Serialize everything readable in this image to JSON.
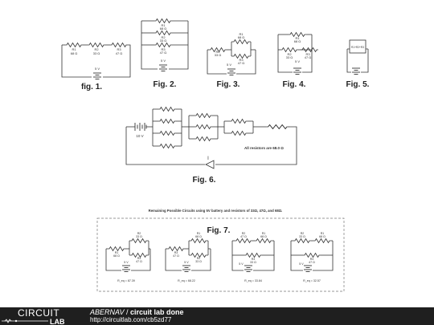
{
  "figures": {
    "fig1": {
      "caption": "fig. 1.",
      "r1": "R1",
      "r1v": "68 Ω",
      "r2": "R2",
      "r2v": "33 Ω",
      "r3": "R3",
      "r3v": "47 Ω",
      "v": "5 V"
    },
    "fig2": {
      "caption": "Fig. 2.",
      "r1": "R1",
      "r1v": "68 Ω",
      "r2": "R2",
      "r2v": "33 Ω",
      "r3": "R3",
      "r3v": "47 Ω",
      "v": "5 V"
    },
    "fig3": {
      "caption": "Fig. 3.",
      "r1": "R1",
      "r1v": "68 Ω",
      "r2": "R2",
      "r2v": "33 Ω",
      "r3": "R3",
      "r3v": "47 Ω",
      "v": "5 V"
    },
    "fig4": {
      "caption": "Fig. 4.",
      "r1": "R1",
      "r1v": "68 Ω",
      "r2": "R2",
      "r2v": "33 Ω",
      "r3": "R3",
      "r3v": "47 Ω",
      "v": "5 V"
    },
    "fig5": {
      "caption": "Fig. 5.",
      "box": "R1+R2+R3"
    },
    "fig6": {
      "caption": "Fig. 6.",
      "v": "10 V",
      "note": "All resistors are 68.0 Ω",
      "current": "I"
    }
  },
  "fig7": {
    "title": "Remaining Possible Circuits using 5V battery and resistors of 33Ω, 47Ω, and 68Ω.",
    "caption": "Fig. 7.",
    "circuits": [
      {
        "a": "R1",
        "av": "68 Ω",
        "b": "R2",
        "bv": "33 Ω",
        "c": "R3",
        "cv": "47 Ω",
        "v": "5 V",
        "req": "R_eq = 87.39"
      },
      {
        "a": "R3",
        "av": "47 Ω",
        "b": "R1",
        "bv": "68 Ω",
        "c": "R2",
        "cv": "33 Ω",
        "v": "5 V",
        "req": "R_eq = 68.22"
      },
      {
        "a": "R2",
        "av": "47 Ω",
        "b": "R1",
        "bv": "68 Ω",
        "c": "R3",
        "cv": "33 Ω",
        "v": "5 V",
        "req": "R_eq = 33.84"
      },
      {
        "a": "R2",
        "av": "33 Ω",
        "b": "R1",
        "bv": "68 Ω",
        "c": "R3",
        "cv": "47 Ω",
        "v": "5 V",
        "req": "R_eq = 32.57"
      }
    ]
  },
  "footer": {
    "logo_top": "CIRCUIT",
    "logo_bottom": "LAB",
    "user": "ABERNAV",
    "separator": " / ",
    "project": "circuit lab done",
    "url": "http://circuitlab.com/cb5zd77"
  }
}
